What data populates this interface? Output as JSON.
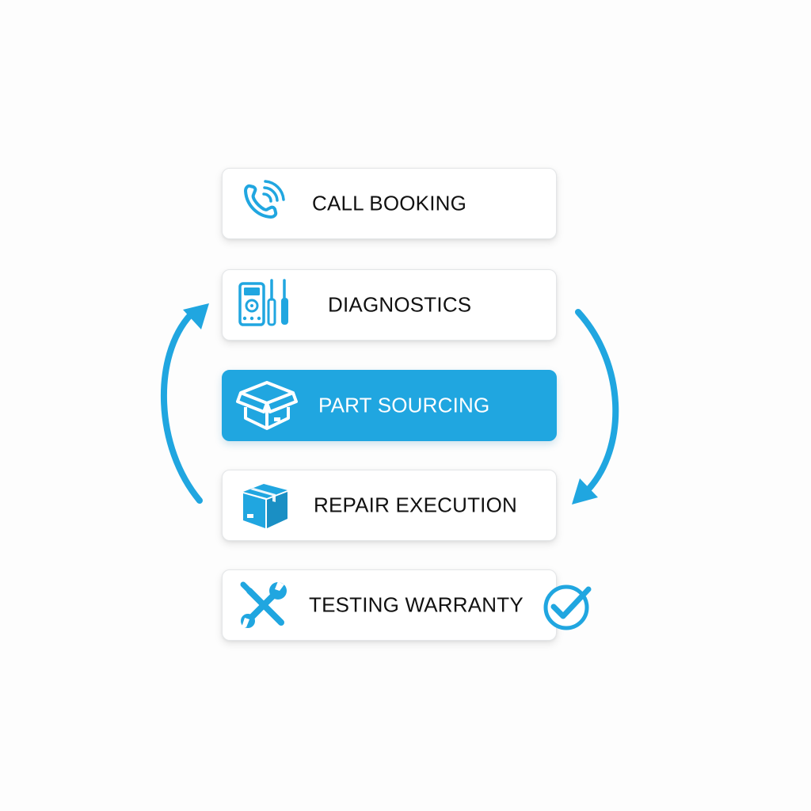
{
  "accent_color": "#20a6e0",
  "steps": [
    {
      "label": "CALL BOOKING",
      "icon": "phone-icon",
      "active": false
    },
    {
      "label": "DIAGNOSTICS",
      "icon": "multimeter-screwdriver-icon",
      "active": false
    },
    {
      "label": "PART SOURCING",
      "icon": "open-box-icon",
      "active": true
    },
    {
      "label": "REPAIR EXECUTION",
      "icon": "package-icon",
      "active": false
    },
    {
      "label": "TESTING WARRANTY",
      "icon": "wrench-screwdriver-icon",
      "active": false
    }
  ],
  "badges": {
    "warranty": "check-circle-icon"
  },
  "cycle_arrows": [
    "up-arrow-left",
    "down-arrow-right"
  ]
}
